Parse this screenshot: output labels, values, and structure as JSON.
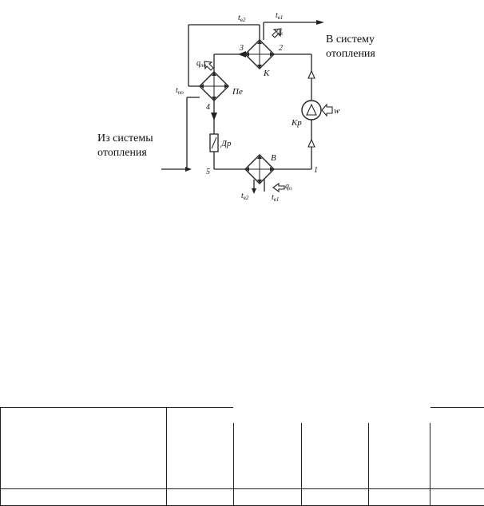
{
  "labels": {
    "to_heating": [
      "В систему",
      "отопления"
    ],
    "from_heating": [
      "Из системы",
      "отопления"
    ],
    "t_w2_top": "t",
    "t_w2_top_sub": "в2",
    "t_w1_top": "t",
    "t_w1_top_sub": "в1",
    "q_k": "q",
    "q_k_sub": "к",
    "q_po": "q",
    "q_po_sub": "по",
    "t_po": "t",
    "t_po_sub": "по",
    "t_w2_bot": "t",
    "t_w2_bot_sub": "в2",
    "t_w1_bot": "t",
    "t_w1_bot_sub": "в1",
    "q_o": "q",
    "q_o_sub": "о",
    "w": "w",
    "node_1": "1",
    "node_2": "2",
    "node_3": "3",
    "node_4": "4",
    "node_5": "5",
    "K": "К",
    "Pe": "Пе",
    "Kr": "Кр",
    "Dr": "Др",
    "B": "В"
  },
  "colors": {
    "ink": "#222222",
    "paper": "#ffffff"
  },
  "table": {
    "header_columns": 6,
    "body_rows": 1,
    "cells": [
      [
        "",
        "",
        "",
        "",
        "",
        ""
      ]
    ]
  }
}
